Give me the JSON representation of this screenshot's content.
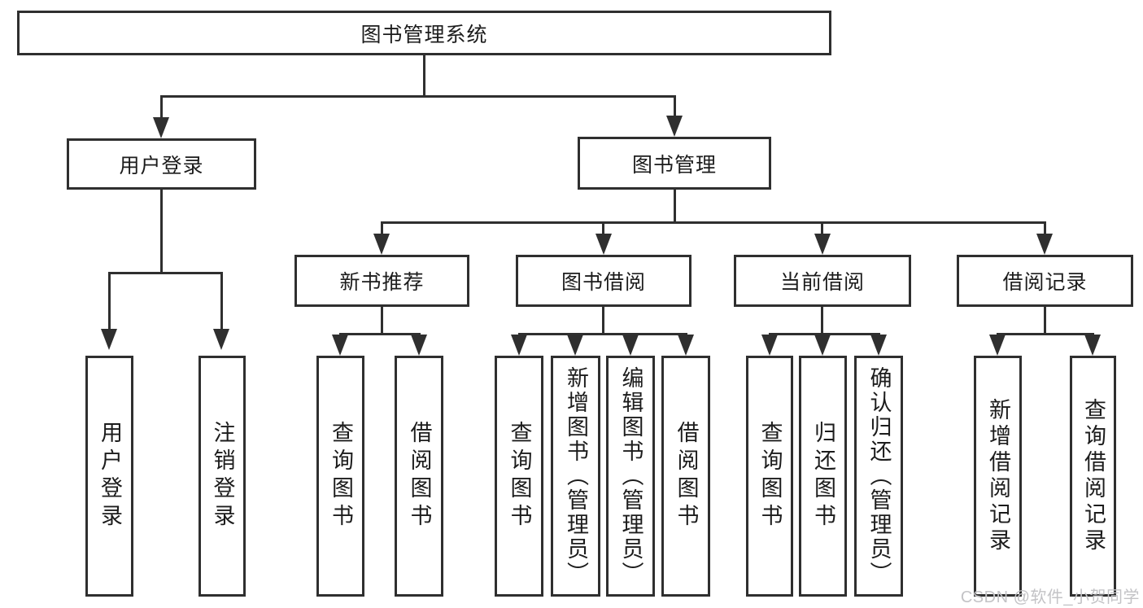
{
  "diagram": {
    "type": "hierarchy-tree",
    "title": "图书管理系统",
    "watermark": "CSDN @软件_小贺同学",
    "colors": {
      "background": "#ffffff",
      "line": "#2f2f2f",
      "box_border": "#2f2f2f",
      "text": "#1c1c1c",
      "watermark": "#c3c3c6"
    }
  },
  "nodes": {
    "root": {
      "label": "图书管理系统"
    },
    "userLogin": {
      "label": "用户登录"
    },
    "bookMgmt": {
      "label": "图书管理"
    },
    "newBookRecommend": {
      "label": "新书推荐"
    },
    "bookBorrow": {
      "label": "图书借阅"
    },
    "currentBorrow": {
      "label": "当前借阅"
    },
    "borrowRecords": {
      "label": "借阅记录"
    },
    "userLoginAction": {
      "label": "用户登录"
    },
    "logout": {
      "label": "注销登录"
    },
    "queryBooksA": {
      "label": "查询图书"
    },
    "borrowBooksA": {
      "label": "借阅图书"
    },
    "queryBooksB": {
      "label": "查询图书"
    },
    "addBooksAdmin": {
      "label": "新增图书（管理员）"
    },
    "editBooksAdmin": {
      "label": "编辑图书（管理员）"
    },
    "borrowBooksB": {
      "label": "借阅图书"
    },
    "queryBooksC": {
      "label": "查询图书"
    },
    "returnBooks": {
      "label": "归还图书"
    },
    "confirmReturnAdmin": {
      "label": "确认归还（管理员）"
    },
    "addBorrowRecord": {
      "label": "新增借阅记录"
    },
    "queryBorrowRecord": {
      "label": "查询借阅记录"
    }
  },
  "edges": [
    [
      "root",
      "userLogin"
    ],
    [
      "root",
      "bookMgmt"
    ],
    [
      "userLogin",
      "userLoginAction"
    ],
    [
      "userLogin",
      "logout"
    ],
    [
      "bookMgmt",
      "newBookRecommend"
    ],
    [
      "bookMgmt",
      "bookBorrow"
    ],
    [
      "bookMgmt",
      "currentBorrow"
    ],
    [
      "bookMgmt",
      "borrowRecords"
    ],
    [
      "newBookRecommend",
      "queryBooksA"
    ],
    [
      "newBookRecommend",
      "borrowBooksA"
    ],
    [
      "bookBorrow",
      "queryBooksB"
    ],
    [
      "bookBorrow",
      "addBooksAdmin"
    ],
    [
      "bookBorrow",
      "editBooksAdmin"
    ],
    [
      "bookBorrow",
      "borrowBooksB"
    ],
    [
      "currentBorrow",
      "queryBooksC"
    ],
    [
      "currentBorrow",
      "returnBooks"
    ],
    [
      "currentBorrow",
      "confirmReturnAdmin"
    ],
    [
      "borrowRecords",
      "addBorrowRecord"
    ],
    [
      "borrowRecords",
      "queryBorrowRecord"
    ]
  ]
}
